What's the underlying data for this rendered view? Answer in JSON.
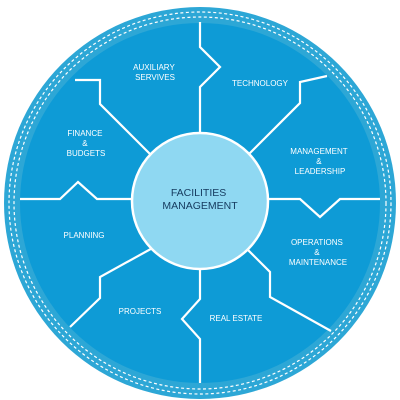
{
  "center": {
    "lines": [
      "FACILITIES",
      "MANAGEMENT"
    ]
  },
  "segments": [
    {
      "id": "auxiliary-services",
      "lines": [
        "AUXILIARY",
        "SERVIVES"
      ]
    },
    {
      "id": "technology",
      "lines": [
        "TECHNOLOGY"
      ]
    },
    {
      "id": "management-leadership",
      "lines": [
        "MANAGEMENT",
        "&",
        "LEADERSHIP"
      ]
    },
    {
      "id": "operations-maintenance",
      "lines": [
        "OPERATIONS",
        "&",
        "MAINTENANCE"
      ]
    },
    {
      "id": "real-estate",
      "lines": [
        "REAL ESTATE"
      ]
    },
    {
      "id": "projects",
      "lines": [
        "PROJECTS"
      ]
    },
    {
      "id": "planning",
      "lines": [
        "PLANNING"
      ]
    },
    {
      "id": "finance-budgets",
      "lines": [
        "FINANCE",
        "&",
        "BUDGETS"
      ]
    }
  ],
  "colors": {
    "ring_outer": "#2da7d6",
    "segment_fill": "#0e9bd6",
    "divider": "#ffffff",
    "center_fill": "#8fd8f2",
    "center_text": "#153a5e"
  }
}
